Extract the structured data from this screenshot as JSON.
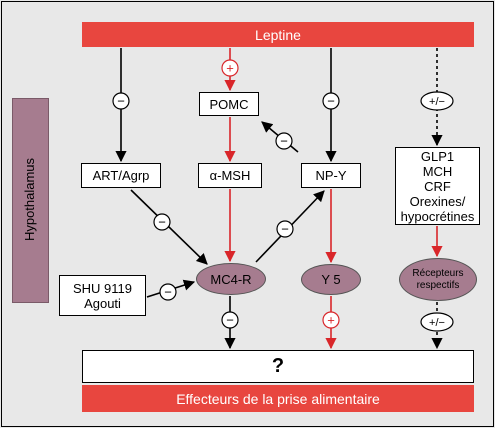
{
  "leptine": "Leptine",
  "hypothalamus": "Hypothalamus",
  "nodes": {
    "pomc": "POMC",
    "art_agrp": "ART/Agrp",
    "alpha_msh": "α-MSH",
    "np_y": "NP-Y",
    "glp1_group": [
      "GLP1",
      "MCH",
      "CRF",
      "Orexines/",
      "hypocrétines"
    ],
    "shu_agouti": [
      "SHU 9119",
      "Agouti"
    ],
    "mc4r": "MC4-R",
    "y5": "Y 5",
    "recepteurs": [
      "Récepteurs",
      "respectifs"
    ],
    "question": "?",
    "effecteurs": "Effecteurs de la prise alimentaire"
  },
  "symbols": {
    "minus": "−",
    "plus": "+",
    "plus_minus": "+/−"
  },
  "colors": {
    "red": "#e8463f",
    "mauve": "#a67c8f",
    "background": "#e8e8e8",
    "red_arrow": "#d9262a"
  }
}
